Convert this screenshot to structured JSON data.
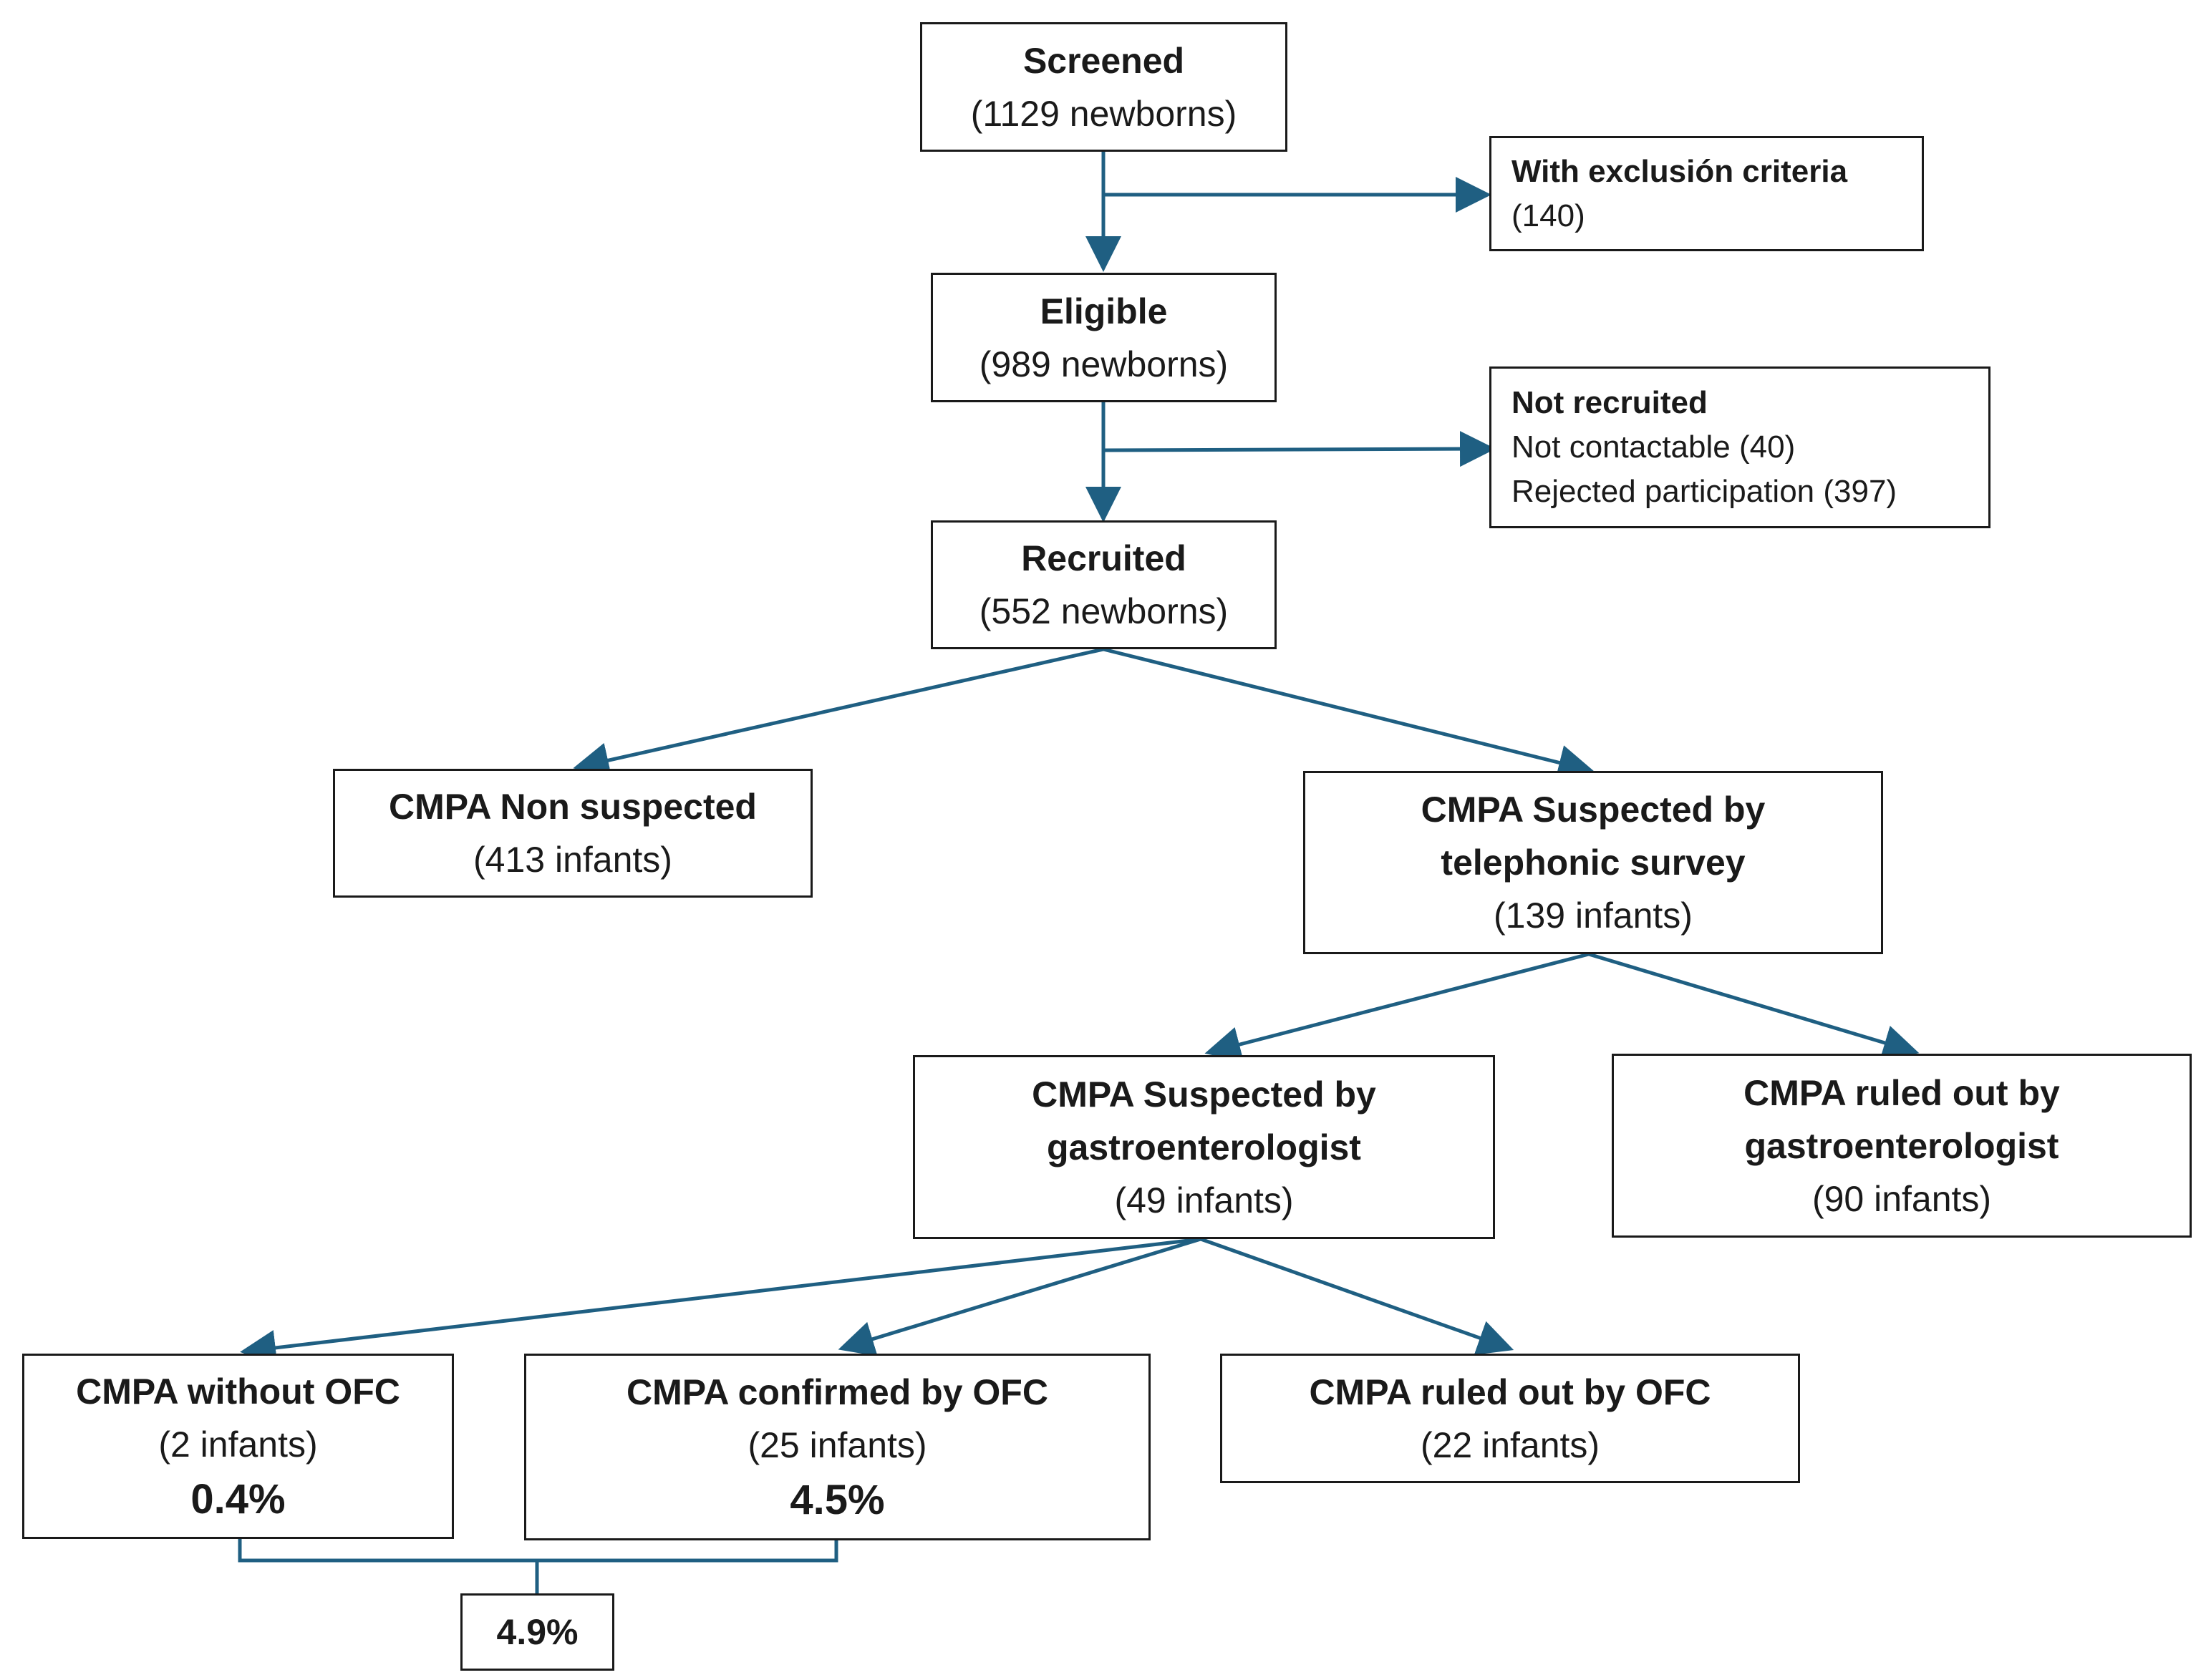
{
  "nodes": {
    "screened": {
      "title": "Screened",
      "detail": "(1129 newborns)"
    },
    "exclusion": {
      "title": "With exclusión criteria",
      "detail": "(140)"
    },
    "eligible": {
      "title": "Eligible",
      "detail": "(989 newborns)"
    },
    "not_recruited": {
      "title": "Not recruited",
      "line1": "Not contactable (40)",
      "line2": "Rejected participation (397)"
    },
    "recruited": {
      "title": "Recruited",
      "detail": "(552 newborns)"
    },
    "non_suspected": {
      "title": "CMPA Non suspected",
      "detail": "(413 infants)"
    },
    "suspected_survey": {
      "title_line1": "CMPA Suspected by",
      "title_line2": "telephonic survey",
      "detail": "(139 infants)"
    },
    "suspected_gastro": {
      "title_line1": "CMPA Suspected by",
      "title_line2": "gastroenterologist",
      "detail": "(49 infants)"
    },
    "ruled_out_gastro": {
      "title_line1": "CMPA ruled out by",
      "title_line2": "gastroenterologist",
      "detail": "(90 infants)"
    },
    "without_ofc": {
      "title": "CMPA without OFC",
      "detail": "(2 infants)",
      "percent": "0.4%"
    },
    "confirmed_ofc": {
      "title": "CMPA confirmed by OFC",
      "detail": "(25 infants)",
      "percent": "4.5%"
    },
    "ruled_out_ofc": {
      "title": "CMPA ruled out by OFC",
      "detail": "(22 infants)"
    },
    "total": {
      "percent": "4.9%"
    }
  },
  "colors": {
    "arrow": "#1f5f82",
    "border": "#1a1a1a",
    "text": "#1a1a1a"
  }
}
